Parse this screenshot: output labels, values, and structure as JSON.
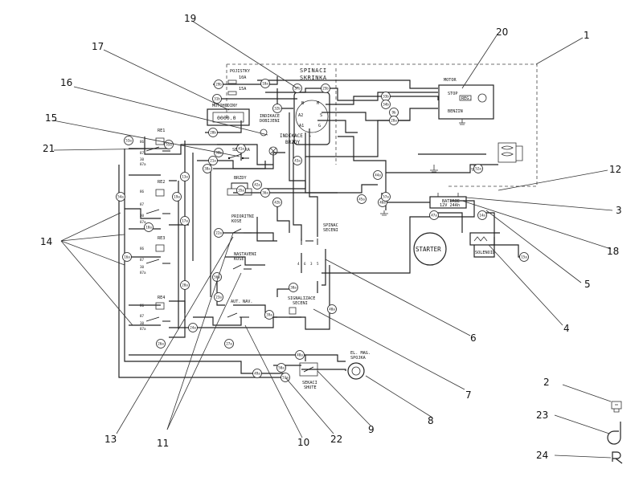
{
  "labels": {
    "box_title_1": "SPINACI",
    "box_title_2": "SKRINKA",
    "fuses": "POJISTKY",
    "fuse_10a": "10A",
    "fuse_15a": "15A",
    "hour_meter": "MOTOHODINY",
    "hour_meter_value": "0000.0",
    "charging_indicator_1": "INDIKACE",
    "charging_indicator_2": "DOBIJENI",
    "indicator_fuel": "INDIKACE",
    "indicator_fuel_2": "BRZDY",
    "seat": "SEDACKA",
    "brake": "BRZDY",
    "motor": "MOTOR",
    "motor_stop": "STOP",
    "motor_reg": "REG.",
    "motor_benzin": "BENZIN",
    "relay_1": "RE1",
    "relay_2": "RE2",
    "relay_3": "RE3",
    "relay_4": "RE4",
    "reverse_pedal_1": "PRIORITNI",
    "reverse_pedal_2": "KOSE",
    "reverse_1": "NASTAVENI",
    "reverse_2": "KOSE",
    "auto_return_1": "AUT.",
    "auto_return_2": "NAV.",
    "mower_switch_1": "SPINAC",
    "mower_switch_2": "SECENI",
    "signal_1": "SIGNALIZACE",
    "signal_2": "SECENI",
    "starter": "STARTER",
    "starter_solenoid": "SOLENOID",
    "battery": "BATERIE",
    "battery_2": "12V 24Ah",
    "clutch_1": "EL. MAG.",
    "clutch_2": "SPOJKA",
    "cutter_1": "SEKACI",
    "cutter_2": "SHUTE"
  },
  "wire_codes": [
    "29b",
    "10a",
    "31b",
    "32b",
    "33b",
    "34b",
    "9b",
    "25b",
    "37b",
    "28a",
    "28b",
    "38a",
    "38b",
    "35a",
    "36a",
    "41a",
    "42a",
    "42b",
    "43a",
    "44a",
    "45a",
    "46a",
    "47a",
    "14a",
    "15a",
    "16a",
    "13a",
    "17a",
    "18a",
    "19a",
    "20a",
    "21a",
    "22a",
    "23a",
    "24a",
    "26a",
    "27a",
    "30a",
    "39a",
    "40a",
    "48a",
    "49a",
    "50a",
    "51a",
    "52a",
    "53a",
    "54a",
    "55a",
    "56a",
    "57a"
  ],
  "callouts": {
    "c1": "1",
    "c2": "2",
    "c3": "3",
    "c4": "4",
    "c5": "5",
    "c6": "6",
    "c7": "7",
    "c8": "8",
    "c9": "9",
    "c10": "10",
    "c11": "11",
    "c12": "12",
    "c13": "13",
    "c14": "14",
    "c15": "15",
    "c16": "16",
    "c17": "17",
    "c18": "18",
    "c19": "19",
    "c20": "20",
    "c21": "21",
    "c22": "22",
    "c23": "23",
    "c24": "24"
  }
}
